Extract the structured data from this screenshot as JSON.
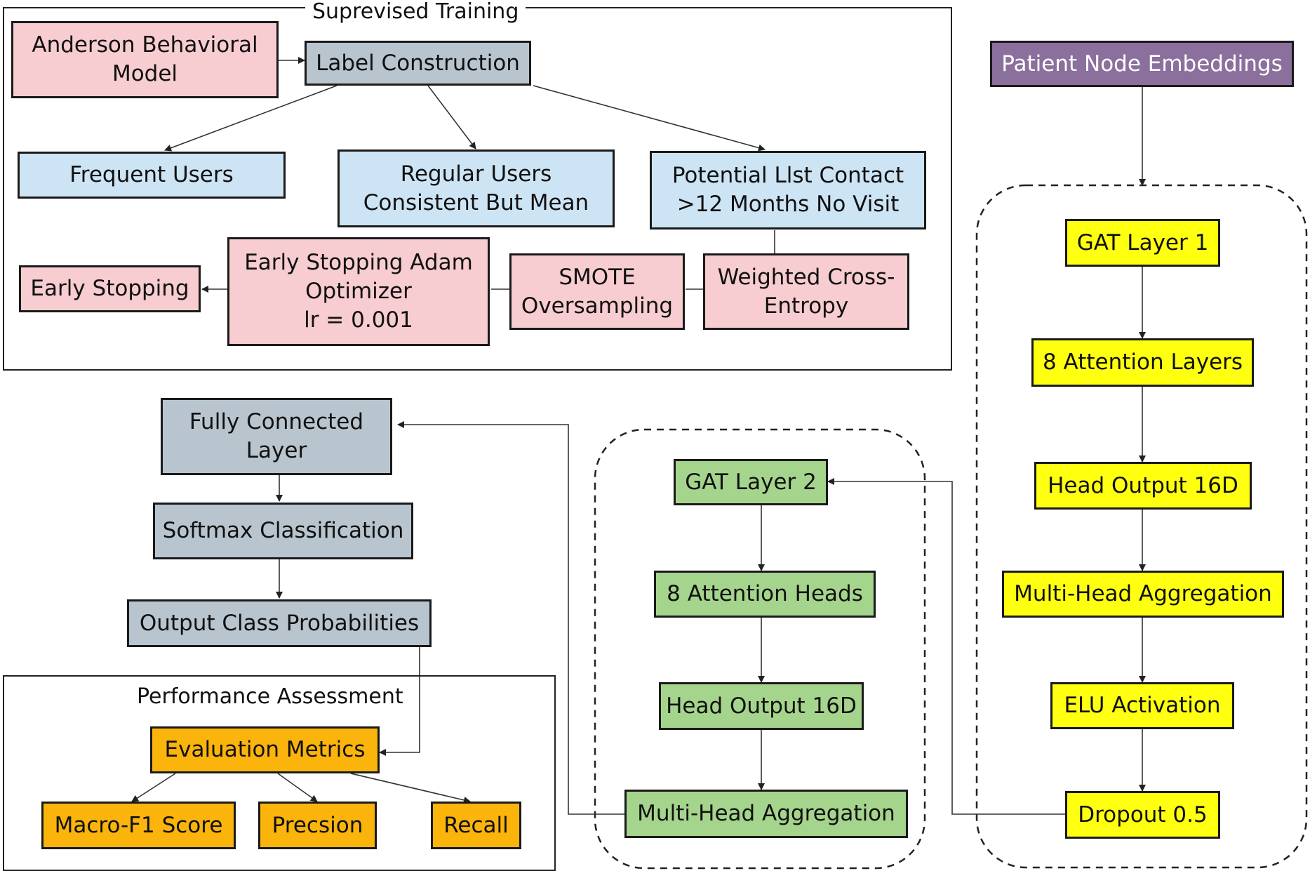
{
  "groups": {
    "supervised_training": "Suprevised Training",
    "performance_assessment": "Performance Assessment"
  },
  "nodes": {
    "anderson": "Anderson Behavioral\nModel",
    "label_construction": "Label Construction",
    "frequent_users": "Frequent Users",
    "regular_users": "Regular Users\nConsistent But Mean",
    "potential_lost": "Potential Llst Contact\n>12 Months No Visit",
    "early_stopping": "Early Stopping",
    "adam": "Early Stopping Adam\nOptimizer\nlr = 0.001",
    "smote": "SMOTE\nOversampling",
    "weighted_ce": "Weighted Cross-\nEntropy",
    "patient_embeddings": "Patient Node Embeddings",
    "gat1": "GAT Layer 1",
    "attention_layers": "8 Attention Layers",
    "head_output_1": "Head Output 16D",
    "mha_1": "Multi-Head Aggregation",
    "elu": "ELU Activation",
    "dropout": "Dropout 0.5",
    "gat2": "GAT Layer 2",
    "attention_heads": "8 Attention Heads",
    "head_output_2": "Head Output 16D",
    "mha_2": "Multi-Head Aggregation",
    "fc": "Fully Connected\nLayer",
    "softmax": "Softmax Classification",
    "output_probs": "Output Class Probabilities",
    "eval_metrics": "Evaluation Metrics",
    "macro_f1": "Macro-F1 Score",
    "precision": "Precsion",
    "recall": "Recall"
  },
  "colors": {
    "pink": "#f7cdd1",
    "gray": "#b8c5cf",
    "blue": "#cde4f5",
    "purple": "#8b6f9c",
    "yellow": "#ffff10",
    "green": "#a5d58d",
    "orange": "#fbb40b"
  }
}
